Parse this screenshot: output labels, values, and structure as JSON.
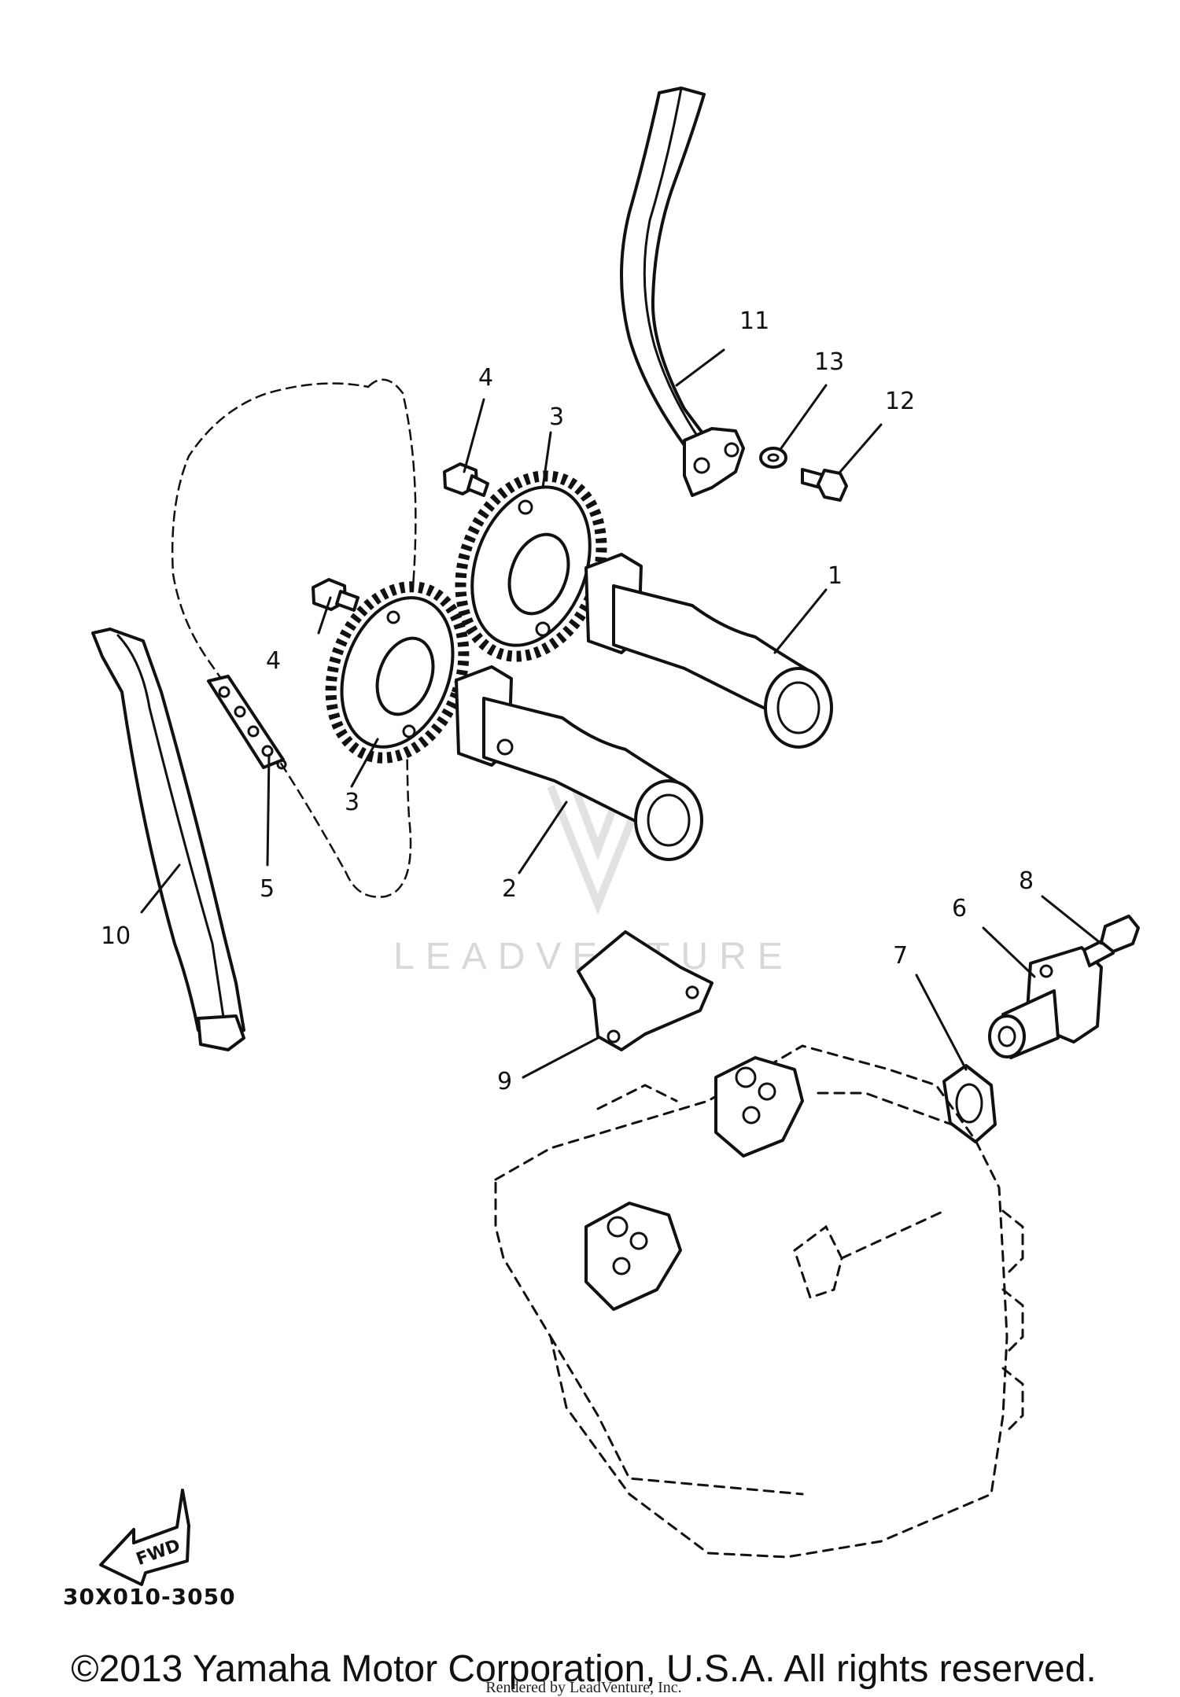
{
  "callouts": {
    "c1": "1",
    "c2": "2",
    "c3a": "3",
    "c3b": "3",
    "c4a": "4",
    "c4b": "4",
    "c5": "5",
    "c6": "6",
    "c7": "7",
    "c8": "8",
    "c9": "9",
    "c10": "10",
    "c11": "11",
    "c12": "12",
    "c13": "13"
  },
  "fwd_label": "FWD",
  "diagram_code": "30X010-3050",
  "watermark": "LEADVENTURE",
  "copyright": "©2013 Yamaha Motor Corporation, U.S.A. All rights reserved.",
  "rendered_by": "Rendered by LeadVenture, Inc."
}
